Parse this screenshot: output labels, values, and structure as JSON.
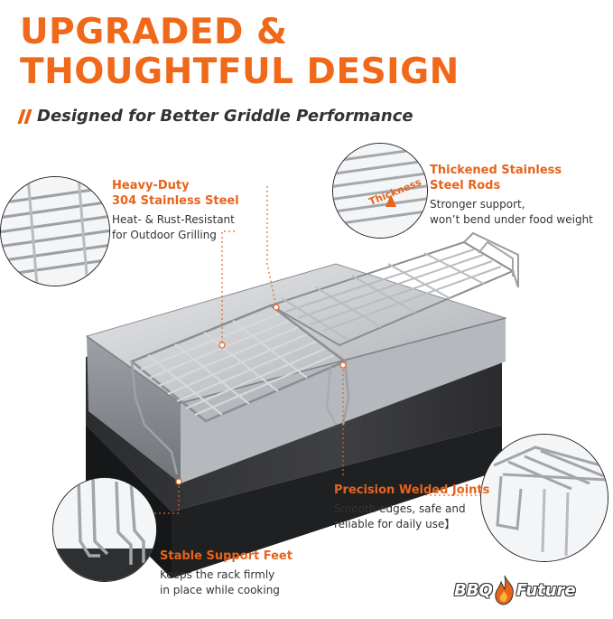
{
  "headline": {
    "line1": "UPGRADED &",
    "line2": "THOUGHTFUL DESIGN",
    "color": "#f0691a"
  },
  "subheading": "Designed for Better Griddle Performance",
  "callouts": {
    "heavy_duty": {
      "title_line1": "Heavy-Duty",
      "title_line2": "304 Stainless Steel",
      "desc_line1": "Heat- & Rust-Resistant",
      "desc_line2": "for Outdoor Grilling"
    },
    "rods": {
      "title_line1": "Thickened Stainless",
      "title_line2": "Steel Rods",
      "desc_line1": "Stronger support,",
      "desc_line2": "won’t bend under food weight",
      "thickness_label": "Thickness"
    },
    "joints": {
      "title": "Precision Welded Joints",
      "desc_line1": "Smooth edges, safe and",
      "desc_line2": "reliable for daily use】"
    },
    "feet": {
      "title": "Stable Support Feet",
      "desc_line1": "Keeps the rack firmly",
      "desc_line2": "in place while cooking"
    }
  },
  "logo": {
    "part1": "BBQ",
    "part2": "Future",
    "icon": "flame-icon"
  },
  "colors": {
    "accent": "#e8631b",
    "text": "#333333"
  }
}
